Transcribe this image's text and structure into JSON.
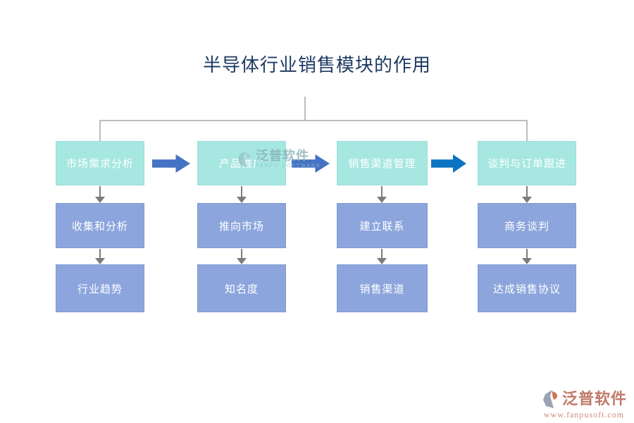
{
  "title": "半导体行业销售模块的作用",
  "columns": [
    {
      "header": "市场需求分析",
      "steps": [
        "收集和分析",
        "行业趋势"
      ]
    },
    {
      "header": "产品推广",
      "steps": [
        "推向市场",
        "知名度"
      ]
    },
    {
      "header": "销售渠道管理",
      "steps": [
        "建立联系",
        "销售渠道"
      ]
    },
    {
      "header": "谈判与订单跟进",
      "steps": [
        "商务谈判",
        "达成销售协议"
      ]
    }
  ],
  "watermark": {
    "name": "泛普软件",
    "subtitle": "FANPU SOFTWARE"
  },
  "brand": {
    "name": "泛普软件",
    "url": "www.fanpusoft.com"
  },
  "colors": {
    "title-color": "#1F3B63",
    "line-color": "#BDBDBD",
    "teal": "#A6E7E1",
    "teal-border": "#9ADFD8",
    "peri": "#8CA5DC",
    "peri-border": "#7F99D3",
    "gray-arrow": "#7C7C7C",
    "arrow-blue": "#4472C4",
    "arrow-blue-bright": "#0C73C2",
    "wm-color": "#85AEB6",
    "wm-sub-color": "#94C3CA",
    "brand-rose": "#C0796A",
    "brand-url": "#CE8877",
    "brand-gray": "#9AA3B4",
    "brand-orange": "#D2734F"
  }
}
